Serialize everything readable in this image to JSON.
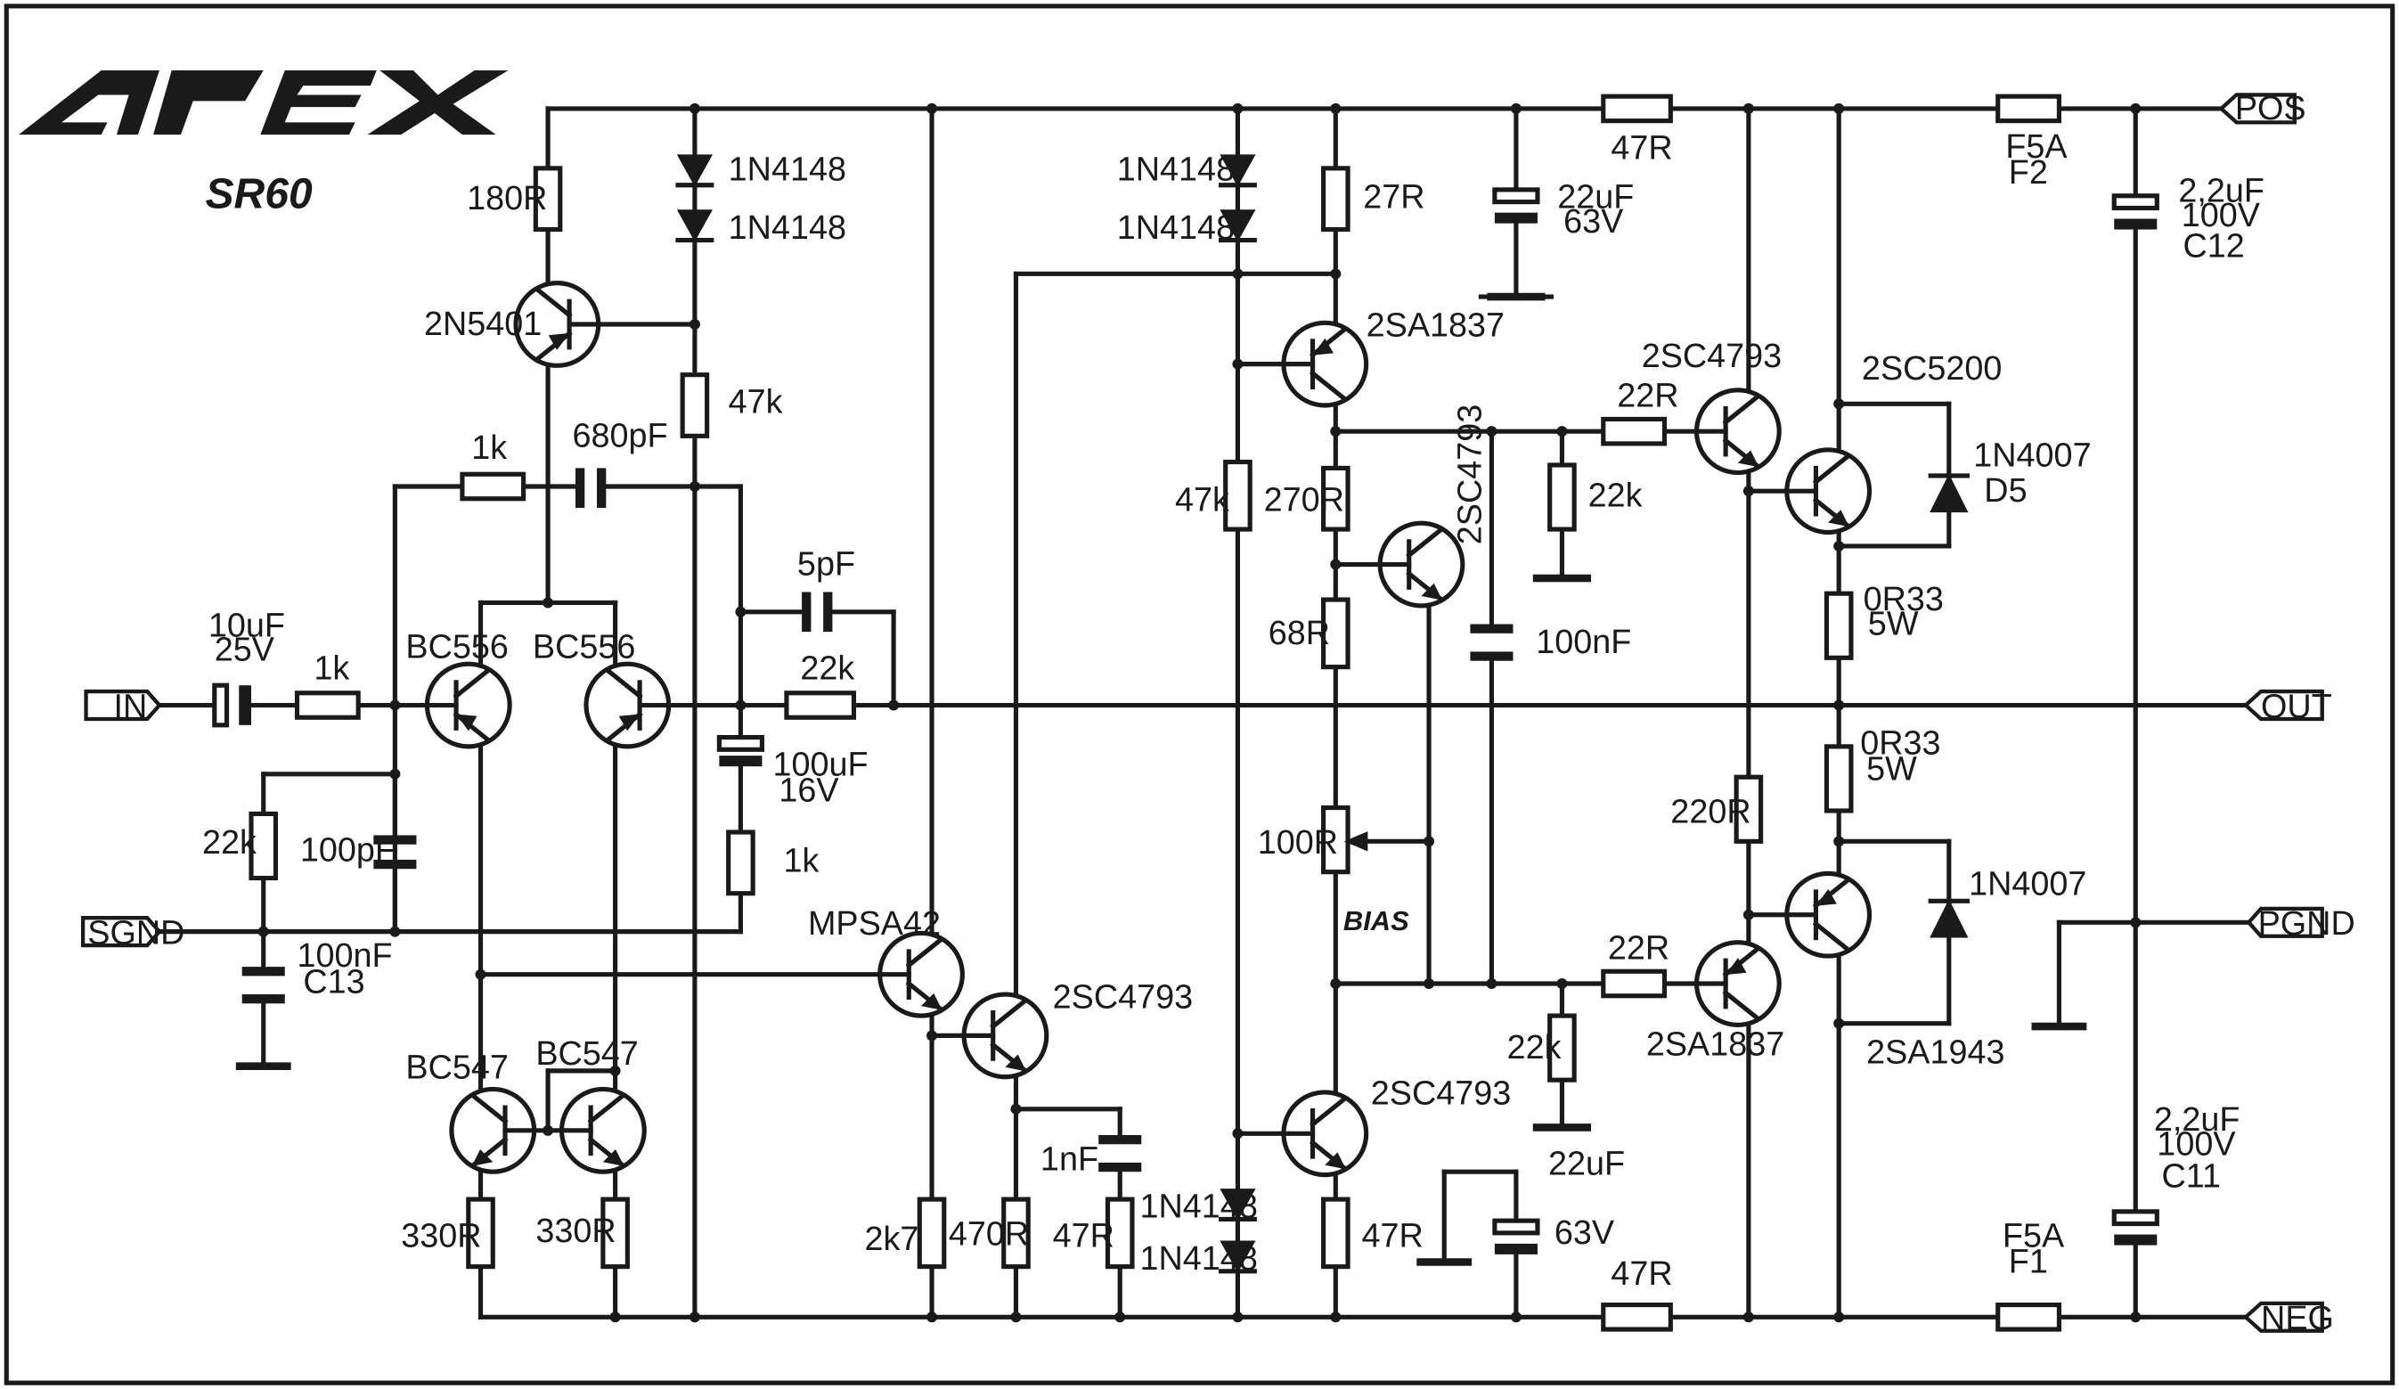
{
  "brand": "APEX",
  "model": "SR60",
  "bias_label": "BIAS",
  "ports": {
    "in": "IN",
    "sgnd": "SGND",
    "pos": "POS",
    "out": "OUT",
    "pgnd": "PGND",
    "neg": "NEG"
  },
  "labels": {
    "r180": "180R",
    "d1": "1N4148",
    "d2": "1N4148",
    "q2n5401": "2N5401",
    "r47k_a": "47k",
    "r1k_fb": "1k",
    "c680": "680pF",
    "c5p": "5pF",
    "r22k_fb": "22k",
    "c10u_1": "10uF",
    "c10u_2": "25V",
    "r1k_in": "1k",
    "bc556a": "BC556",
    "bc556b": "BC556",
    "c100u_1": "100uF",
    "c100u_2": "16V",
    "r1k_b": "1k",
    "r22k_in": "22k",
    "c100p": "100pF",
    "c13_1": "100nF",
    "c13_2": "C13",
    "bc547a": "BC547",
    "bc547b": "BC547",
    "r330a": "330R",
    "r330b": "330R",
    "mpsa42": "MPSA42",
    "q2sc4793_vas": "2SC4793",
    "r2k7": "2k7",
    "r470": "470R",
    "c1n": "1nF",
    "r47_vas": "47R",
    "d3": "1N4148",
    "d4": "1N4148",
    "r47k_b": "47k",
    "r27": "27R",
    "q2sa1837_a": "2SA1837",
    "r270": "270R",
    "q2sc4793_bias": "2SC4793",
    "r68": "68R",
    "r100_bias": "100R",
    "c100n": "100nF",
    "d5": "1N4148",
    "d6": "1N4148",
    "q2sc4793_low": "2SC4793",
    "r47_low": "47R",
    "c22u_a1": "22uF",
    "c22u_a2": "63V",
    "r47_pos": "47R",
    "c22u_b1": "22uF",
    "c22u_b2": "63V",
    "r47_neg": "47R",
    "r22r_a": "22R",
    "r22k_a": "22k",
    "q2sc4793_drv": "2SC4793",
    "r22r_b": "22R",
    "r22k_b": "22k",
    "q2sa1837_drv": "2SA1837",
    "r220": "220R",
    "q2sc5200": "2SC5200",
    "d1n4007_a": "1N4007",
    "d5lbl": "D5",
    "q2sa1943": "2SA1943",
    "d1n4007_b": "1N4007",
    "r0r33a_1": "0R33",
    "r0r33a_2": "5W",
    "r0r33b_1": "0R33",
    "r0r33b_2": "5W",
    "f2_1": "F5A",
    "f2_2": "F2",
    "f1_1": "F5A",
    "f1_2": "F1",
    "c12_1": "2,2uF",
    "c12_2": "100V",
    "c12_3": "C12",
    "c11_1": "2,2uF",
    "c11_2": "100V",
    "c11_3": "C11"
  }
}
